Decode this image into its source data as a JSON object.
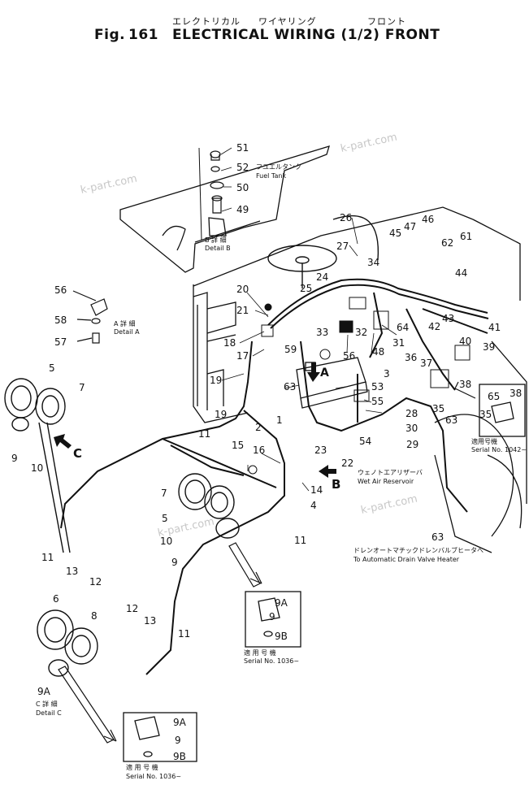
{
  "title": {
    "jp_1": "エレクトリカル",
    "jp_2": "ワイヤリング",
    "jp_3": "フロント",
    "fig": "Fig.",
    "fig_num": "161",
    "name": "ELECTRICAL WIRING (1/2) FRONT"
  },
  "watermark": "k-part.com",
  "detail_b": {
    "jp": "B 詳 細",
    "label": "Detail B",
    "fuel_jp": "フユエルタンク",
    "fuel": "Fuel Tank"
  },
  "detail_a": {
    "jp": "A 詳 細",
    "label": "Detail A"
  },
  "detail_c": {
    "jp": "C 詳 細",
    "label": "Detail C"
  },
  "wet_air": {
    "jp": "ウェノトエアリザーバ",
    "en": "Wet Air Reservoir"
  },
  "drain": {
    "jp": "ドレンオートマチックドレンバルブヒータへ",
    "en": "To Automatic Drain Valve Heater"
  },
  "serial_1042": {
    "jp": "適用号機",
    "en": "Serial No. 1042~"
  },
  "serial_1036a": {
    "jp": "適 用 号 機",
    "en": "Serial No. 1036~"
  },
  "serial_1036b": {
    "jp": "適 用 号 機",
    "en": "Serial No. 1036~"
  },
  "arrows": {
    "a": "A",
    "b": "B",
    "c": "C"
  },
  "parts": [
    "51",
    "52",
    "50",
    "49",
    "26",
    "27",
    "47",
    "46",
    "45",
    "62",
    "61",
    "34",
    "44",
    "24",
    "25",
    "20",
    "21",
    "18",
    "17",
    "19",
    "59",
    "56",
    "63",
    "33",
    "32",
    "48",
    "31",
    "64",
    "43",
    "42",
    "40",
    "41",
    "36",
    "37",
    "38",
    "39",
    "3",
    "53",
    "55",
    "28",
    "30",
    "29",
    "54",
    "22",
    "23",
    "2",
    "1",
    "15",
    "16",
    "14",
    "4",
    "11",
    "12",
    "13",
    "5",
    "7",
    "9",
    "10",
    "6",
    "8",
    "9A",
    "9B",
    "65",
    "35",
    "58",
    "57"
  ]
}
